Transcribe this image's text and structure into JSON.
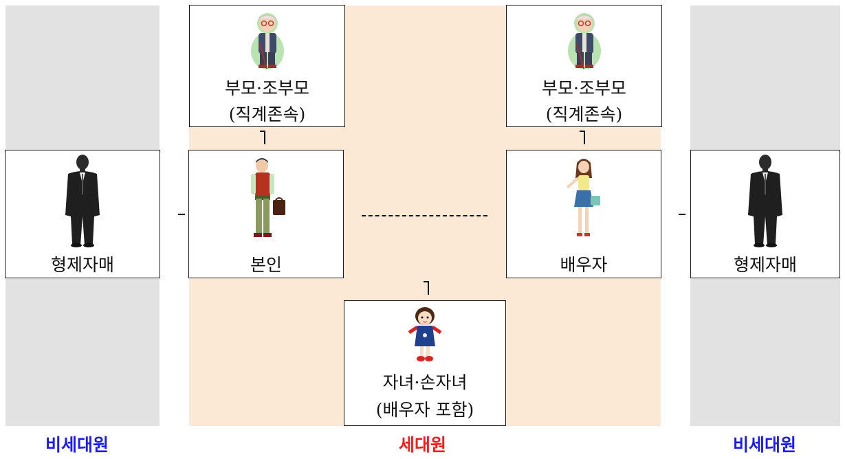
{
  "colors": {
    "non_household": "#1a1aff",
    "household": "#ff1a1a",
    "gray_zone": "#e2e2e2",
    "peach_zone": "#fbe9d5"
  },
  "cards": {
    "left_parents": {
      "line1": "부모·조부모",
      "line2": "(직계존속)",
      "icon": "grandfather-icon"
    },
    "right_parents": {
      "line1": "부모·조부모",
      "line2": "(직계존속)",
      "icon": "grandfather-icon"
    },
    "left_sibling": {
      "label": "형제자매",
      "icon": "man-in-suit-icon"
    },
    "self": {
      "label": "본인",
      "icon": "man-with-briefcase-icon"
    },
    "spouse": {
      "label": "배우자",
      "icon": "woman-with-bag-icon"
    },
    "right_sibling": {
      "label": "형제자매",
      "icon": "man-in-suit-icon"
    },
    "children": {
      "line1": "자녀·손자녀",
      "line2": "(배우자 포함)",
      "icon": "girl-child-icon"
    }
  },
  "footer": {
    "left": "비세대원",
    "center": "세대원",
    "right": "비세대원"
  }
}
